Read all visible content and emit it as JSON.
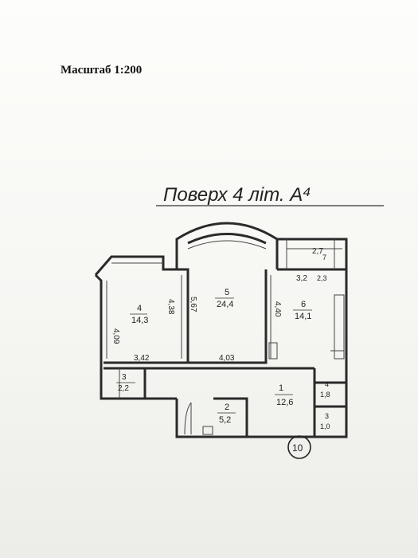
{
  "document": {
    "scale_label": "Масштаб 1:200",
    "floor_title": "Поверх 4 літ. А⁴"
  },
  "rooms": [
    {
      "number": "4",
      "area": "14,3",
      "dim_side": "4,09",
      "dim_inner": "4,38"
    },
    {
      "number": "5",
      "area": "24,4",
      "dim_side": "5,67"
    },
    {
      "number": "6",
      "area": "14,1",
      "dim_side": "4,40"
    },
    {
      "number": "1",
      "area": "12,6"
    },
    {
      "number": "2",
      "area": "5,2"
    },
    {
      "number": "3",
      "area": "2,2"
    }
  ],
  "dimensions": {
    "width_left": "3,42",
    "width_middle": "4,03",
    "top_right_a": "2,7",
    "top_right_b": "3,2"
  },
  "small_rooms": [
    {
      "number": "7",
      "area": "2,3"
    },
    {
      "number": "4",
      "area": "1,8"
    },
    {
      "number": "3",
      "area": "1,0"
    }
  ],
  "marker": "10",
  "colors": {
    "ink": "#222222",
    "paper": "#f6f6f3"
  }
}
